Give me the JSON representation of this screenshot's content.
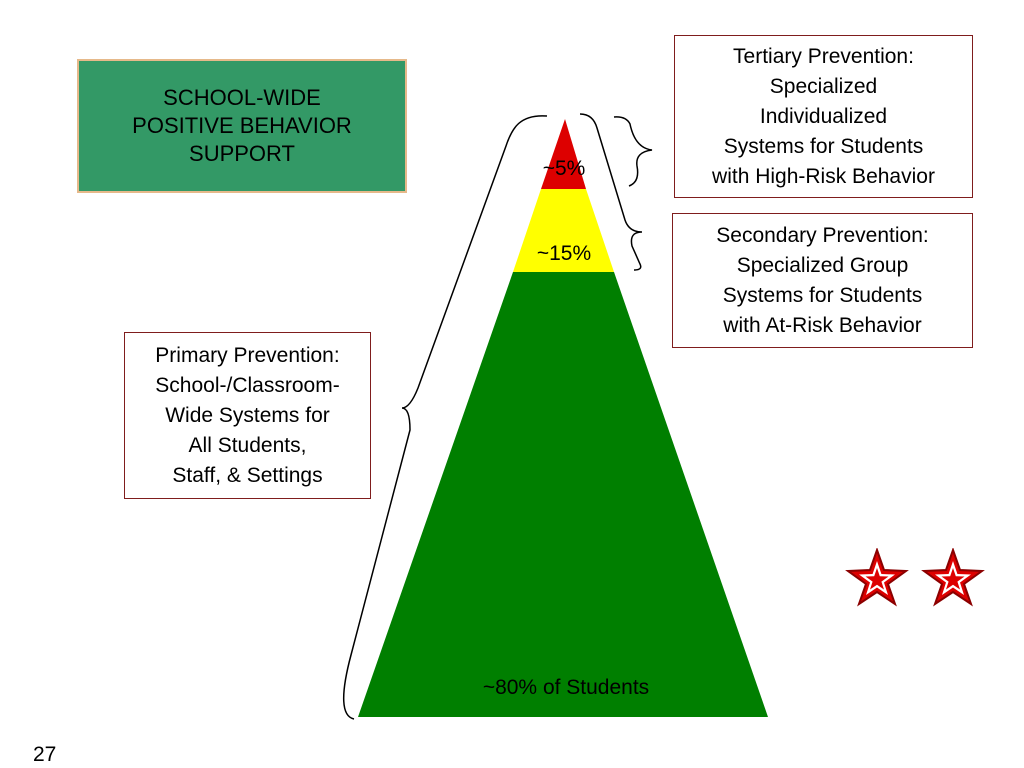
{
  "title_box": {
    "lines": [
      "SCHOOL-WIDE",
      "POSITIVE BEHAVIOR",
      "SUPPORT"
    ]
  },
  "pyramid": {
    "top_label": "~5%",
    "middle_label": "~15%",
    "bottom_label": "~80% of Students",
    "colors": {
      "top": "#dd0000",
      "middle": "#ffff00",
      "bottom": "#007f00"
    }
  },
  "tertiary": {
    "lines": [
      "Tertiary Prevention:",
      "Specialized",
      "Individualized",
      "Systems for Students",
      "with High-Risk Behavior"
    ]
  },
  "secondary": {
    "lines": [
      "Secondary Prevention:",
      "Specialized Group",
      "Systems for Students",
      "with At-Risk Behavior"
    ]
  },
  "primary": {
    "lines": [
      "Primary Prevention:",
      "School-/Classroom-",
      "Wide Systems for",
      "All Students,",
      "Staff, & Settings"
    ]
  },
  "decor": {
    "star_icon_count": 2,
    "star_color": "#dd0000"
  },
  "slide_number": "27"
}
